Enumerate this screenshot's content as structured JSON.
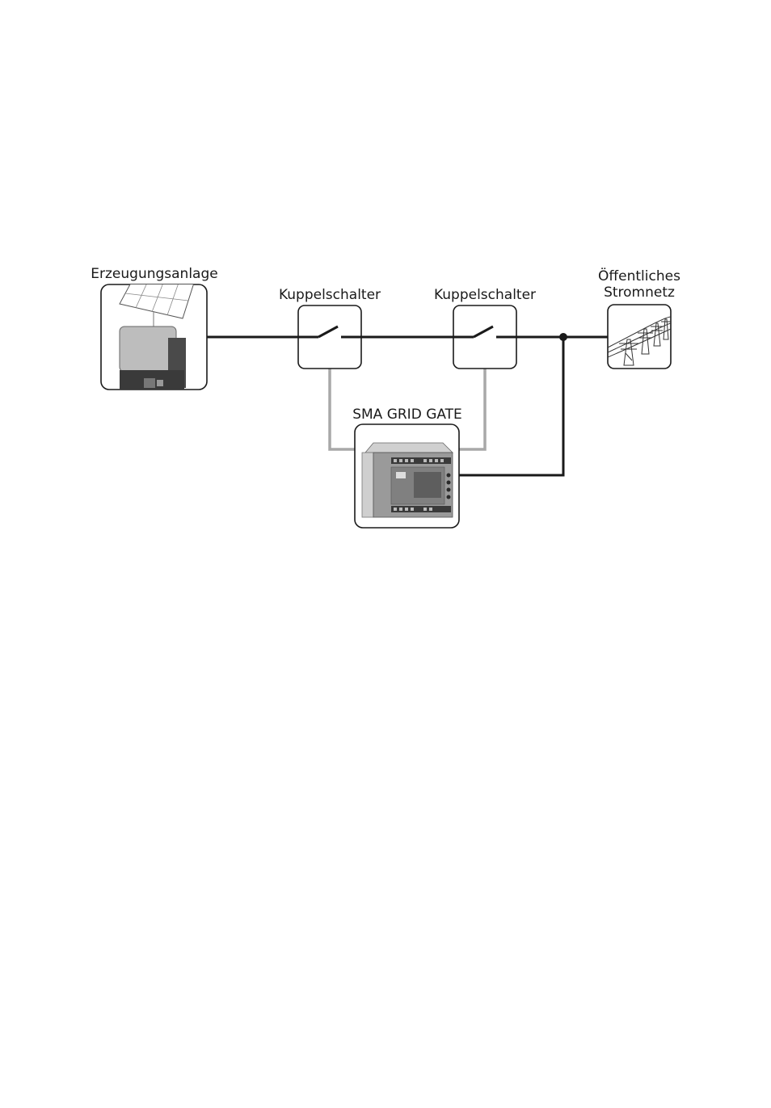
{
  "labels": {
    "generator": "Erzeugungsanlage",
    "switch_1": "Kuppelschalter",
    "switch_2": "Kuppelschalter",
    "grid_line1": "Öffentliches",
    "grid_line2": "Stromnetz",
    "grid_gate": "SMA GRID GATE"
  },
  "colors": {
    "power_line": "#1a1a1a",
    "control_line": "#a8a8a8",
    "box_border": "#1a1a1a"
  },
  "icons": {
    "generator": "solar-inverter-icon",
    "switch": "switch-open-icon",
    "grid": "power-tower-icon",
    "device": "grid-gate-device-icon"
  }
}
